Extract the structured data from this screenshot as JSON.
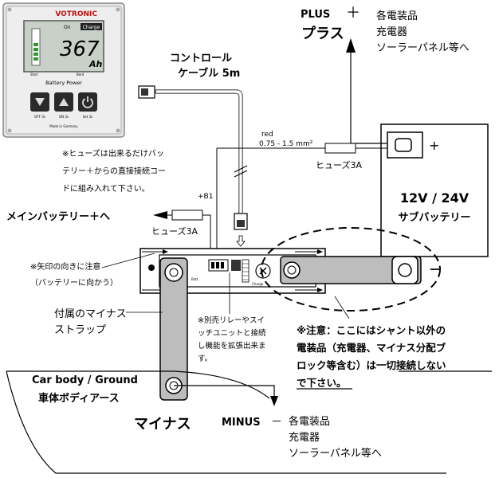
{
  "monitor": {
    "brand": "VOTRONIC",
    "on_label": "On",
    "charge_label": "Charge",
    "reading": "367",
    "unit": "Ah",
    "start_label": "Start",
    "board_label": "Bord",
    "battery_power_label": "Battery Power",
    "btn1_label": "OFF 3s",
    "btn2_label": "ON 3s",
    "btn3_label": "Set 3s",
    "made_in": "Made in Germany"
  },
  "plus": {
    "title_en": "PLUS",
    "symbol": "＋",
    "title_jp": "プラス",
    "loads": [
      "各電装品",
      "充電器",
      "ソーラーパネル等へ"
    ]
  },
  "minus": {
    "title_en": "MINUS",
    "symbol": "－",
    "title_jp": "マイナス",
    "loads": [
      "各電装品",
      "充電器",
      "ソーラーパネル等へ"
    ]
  },
  "control_cable": [
    "コントロール",
    "ケーブル 5m"
  ],
  "wire": {
    "color": "red",
    "gauge": "0.75 - 1.5 mm²"
  },
  "fuse_sub": "ヒューズ3A",
  "fuse_main": "ヒューズ3A",
  "fuse_note": [
    "※ヒューズは出来るだけバッ",
    "テリー＋からの直接接続コー",
    "ドに組み入れて下さい。"
  ],
  "b1_label": "+B1",
  "sub_battery": {
    "title": "12V / 24V",
    "subtitle": "サブバッテリー",
    "plus": "+",
    "minus": "－"
  },
  "main_battery": "メインバッテリー＋へ",
  "arrow_note": [
    "※矢印の向きに注意",
    "（バッテリーに向かう）"
  ],
  "strap": [
    "付属のマイナス",
    "ストラップ"
  ],
  "relay_note": [
    "※別売リレーやスイ",
    "ッチユニットと接続",
    "し機能を拡張出来ま",
    "す。"
  ],
  "caution": [
    "※注意：ここにはシャント以外の",
    "電装品（充電器、マイナス分配ブ",
    "ロック等含む）は一切接続しない",
    "で下さい。"
  ],
  "ground": {
    "en": "Car body / Ground",
    "jp": "車体ボディアース"
  },
  "shunt_labels": {
    "term_a": "Batt.",
    "term_b": "Charge"
  }
}
